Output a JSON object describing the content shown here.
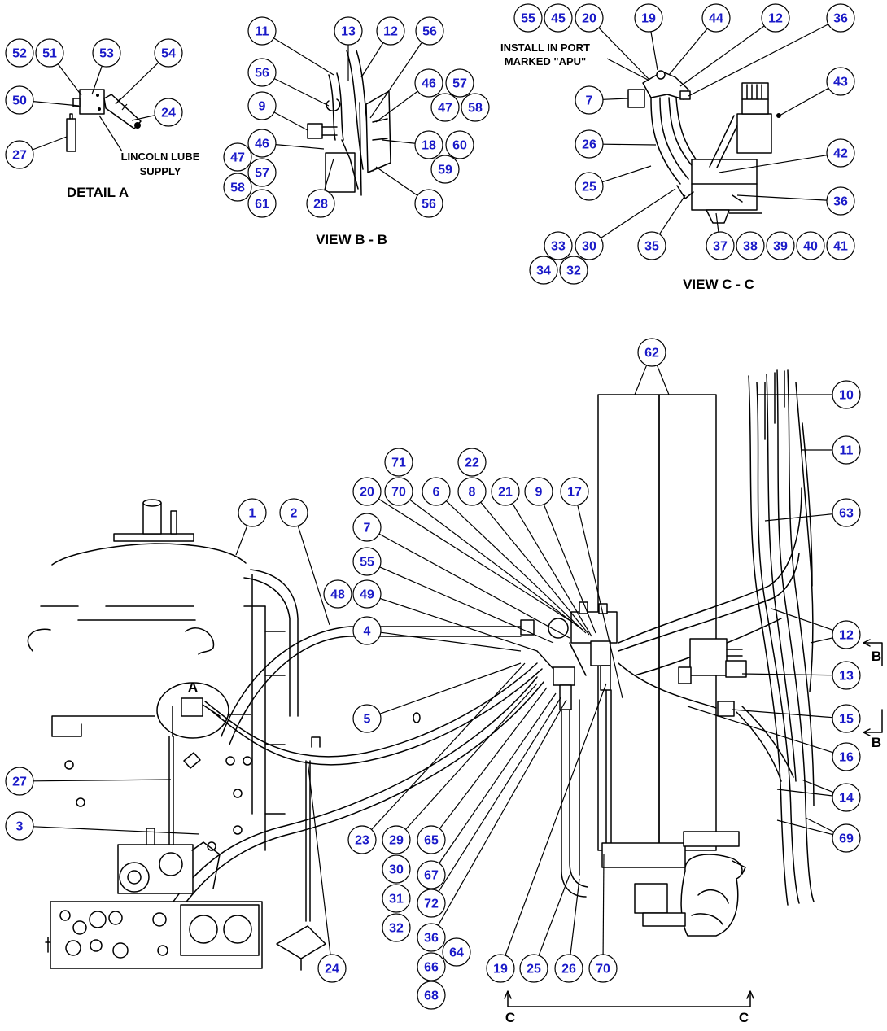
{
  "colors": {
    "background": "#ffffff",
    "line": "#000000",
    "callout_number": "#1a1ac8"
  },
  "detail_a": {
    "title": "DETAIL A",
    "note": [
      "LINCOLN LUBE",
      "SUPPLY"
    ],
    "callouts": [
      "52",
      "51",
      "53",
      "54",
      "50",
      "24",
      "27"
    ]
  },
  "view_b": {
    "title": "VIEW B - B",
    "callouts": [
      "11",
      "13",
      "12",
      "56",
      "56",
      "46",
      "57",
      "9",
      "47",
      "58",
      "46",
      "18",
      "60",
      "47",
      "57",
      "59",
      "58",
      "61",
      "28",
      "56"
    ]
  },
  "view_c": {
    "title": "VIEW C - C",
    "note": [
      "INSTALL IN PORT",
      "MARKED \"APU\""
    ],
    "callouts": [
      "55",
      "45",
      "20",
      "19",
      "44",
      "12",
      "36",
      "43",
      "7",
      "26",
      "42",
      "25",
      "36",
      "33",
      "30",
      "35",
      "37",
      "38",
      "39",
      "40",
      "41",
      "34",
      "32"
    ]
  },
  "main_view": {
    "callouts": [
      "62",
      "10",
      "11",
      "71",
      "22",
      "20",
      "70",
      "6",
      "8",
      "21",
      "9",
      "17",
      "1",
      "2",
      "63",
      "7",
      "55",
      "48",
      "49",
      "4",
      "12",
      "13",
      "5",
      "15",
      "16",
      "27",
      "14",
      "3",
      "69",
      "23",
      "29",
      "65",
      "30",
      "67",
      "31",
      "72",
      "32",
      "36",
      "64",
      "66",
      "24",
      "19",
      "25",
      "26",
      "70",
      "68"
    ]
  },
  "section_markers": {
    "detail": "A",
    "section_b": [
      "B",
      "B"
    ],
    "section_c": [
      "C",
      "C"
    ]
  }
}
